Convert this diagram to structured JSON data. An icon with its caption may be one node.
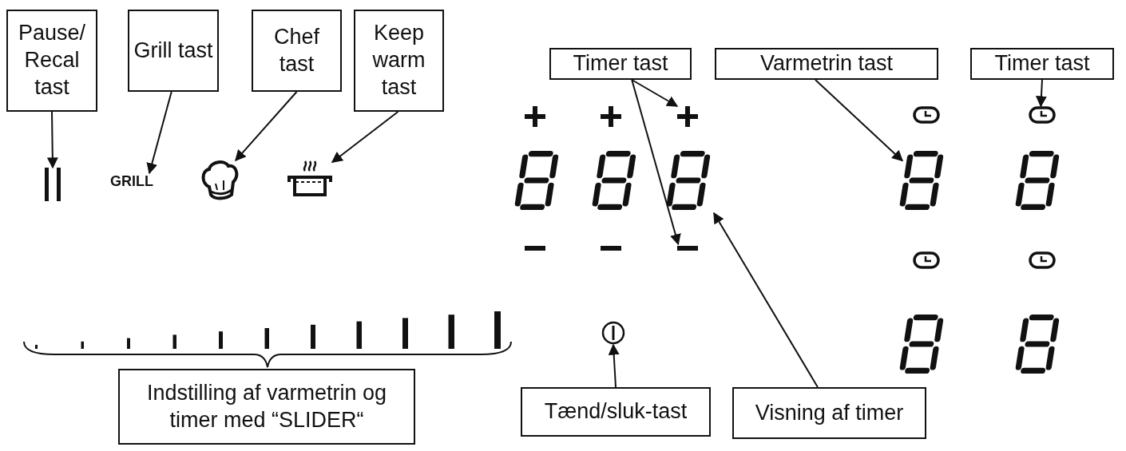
{
  "diagram": {
    "nodes": [
      {
        "text": [
          "Pause/ Recal tast"
        ]
      },
      {
        "text": [
          "Grill tast"
        ]
      },
      {
        "text": [
          "Chef tast"
        ]
      },
      {
        "text": [
          "Keep warm tast"
        ]
      },
      {
        "text": [
          "Timer tast"
        ]
      },
      {
        "text": [
          "Varmetrin tast"
        ]
      },
      {
        "text": [
          "Timer tast"
        ]
      },
      {
        "text": [
          "Indstilling af varmetrin og timer med “SLIDER“"
        ]
      },
      {
        "text": [
          "Tænd/sluk-tast"
        ]
      },
      {
        "text": [
          "Visning af timer"
        ]
      },
      {
        "text": [],
        "shape": "bars"
      },
      {
        "text": [
          "GRILL"
        ]
      },
      {
        "text": [],
        "shape": "hat"
      },
      {
        "text": [],
        "shape": "pot"
      },
      {
        "text": [],
        "shape": "plus"
      },
      {
        "text": [],
        "shape": "minus"
      },
      {
        "text": [],
        "shape": "digit"
      },
      {
        "text": [],
        "shape": "digit"
      },
      {
        "text": [],
        "shape": "clock"
      },
      {
        "text": [],
        "shape": "circle"
      }
    ],
    "edges": [
      {
        "from": 0,
        "to": 10,
        "arrow": "to"
      },
      {
        "from": 1,
        "to": 11,
        "arrow": "to"
      },
      {
        "from": 2,
        "to": 12,
        "arrow": "to"
      },
      {
        "from": 3,
        "to": 13,
        "arrow": "to"
      },
      {
        "from": 4,
        "to": 14,
        "arrow": "to"
      },
      {
        "from": 4,
        "to": 15,
        "arrow": "to"
      },
      {
        "from": 5,
        "to": 17,
        "arrow": "to"
      },
      {
        "from": 6,
        "to": 18,
        "arrow": "to"
      },
      {
        "from": 8,
        "to": 19,
        "arrow": "to"
      },
      {
        "from": 9,
        "to": 16,
        "arrow": "to"
      }
    ]
  }
}
